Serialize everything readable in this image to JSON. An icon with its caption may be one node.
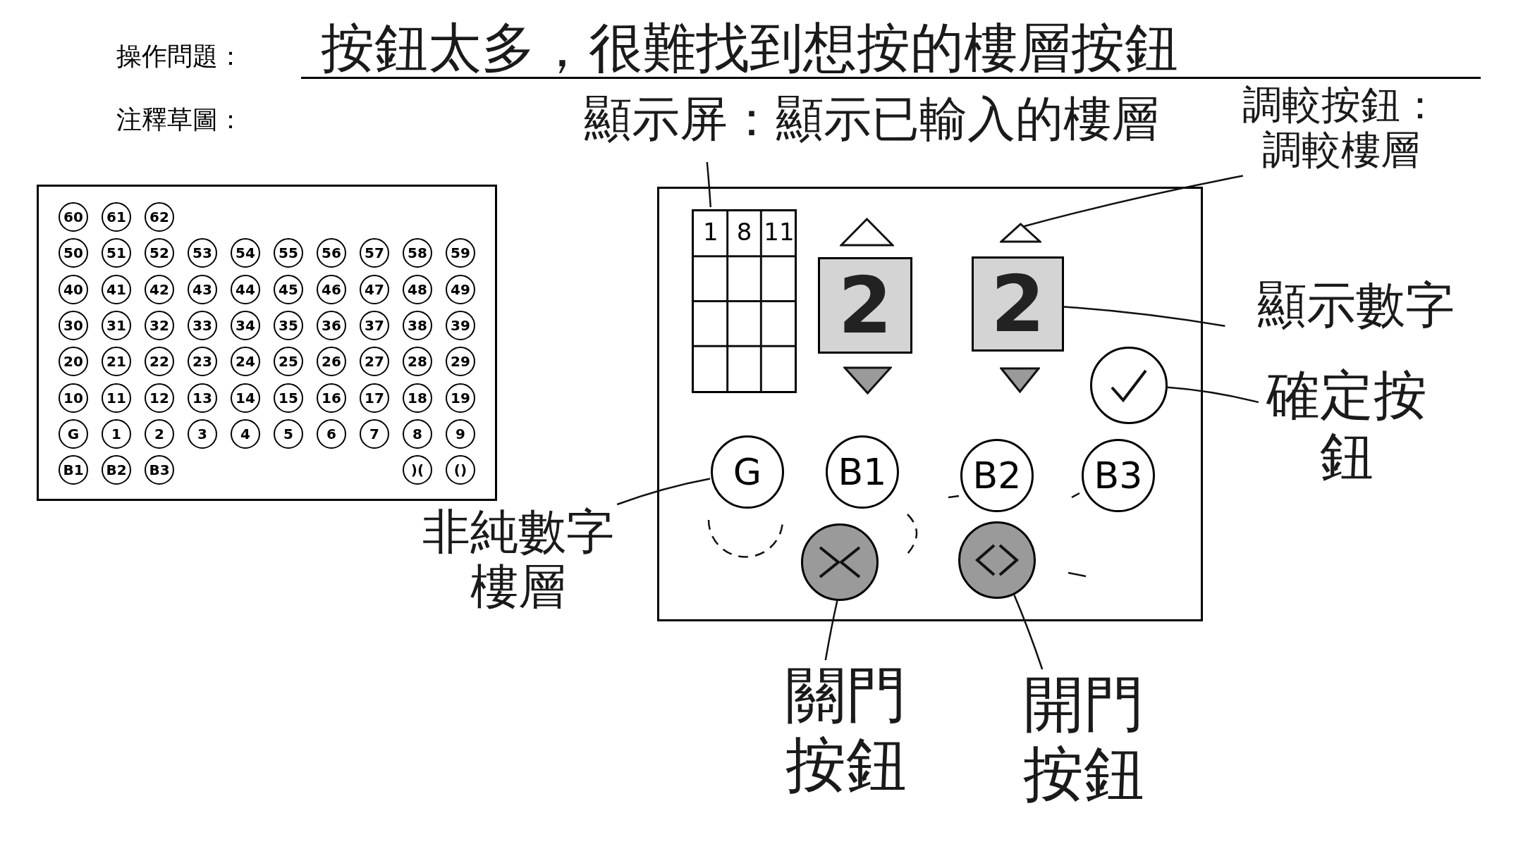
{
  "diagram": {
    "nodes": [
      {
        "text": [],
        "shape": "box"
      },
      {
        "text": [
          "60"
        ],
        "in": 0
      },
      {
        "text": [
          "61"
        ],
        "in": 0
      },
      {
        "text": [
          "62"
        ],
        "in": 0
      },
      {
        "text": [
          "50"
        ],
        "in": 0
      },
      {
        "text": [
          "51"
        ],
        "in": 0
      },
      {
        "text": [
          "52"
        ],
        "in": 0
      },
      {
        "text": [
          "53"
        ],
        "in": 0
      },
      {
        "text": [
          "54"
        ],
        "in": 0
      },
      {
        "text": [
          "55"
        ],
        "in": 0
      },
      {
        "text": [
          "56"
        ],
        "in": 0
      },
      {
        "text": [
          "57"
        ],
        "in": 0
      },
      {
        "text": [
          "58"
        ],
        "in": 0
      },
      {
        "text": [
          "59"
        ],
        "in": 0
      },
      {
        "text": [
          "40"
        ],
        "in": 0
      },
      {
        "text": [
          "41"
        ],
        "in": 0
      },
      {
        "text": [
          "42"
        ],
        "in": 0
      },
      {
        "text": [
          "43"
        ],
        "in": 0
      },
      {
        "text": [
          "44"
        ],
        "in": 0
      },
      {
        "text": [
          "45"
        ],
        "in": 0
      },
      {
        "text": [
          "46"
        ],
        "in": 0
      },
      {
        "text": [
          "47"
        ],
        "in": 0
      },
      {
        "text": [
          "48"
        ],
        "in": 0
      },
      {
        "text": [
          "49"
        ],
        "in": 0
      },
      {
        "text": [
          "30"
        ],
        "in": 0
      },
      {
        "text": [
          "31"
        ],
        "in": 0
      },
      {
        "text": [
          "32"
        ],
        "in": 0
      },
      {
        "text": [
          "33"
        ],
        "in": 0
      },
      {
        "text": [
          "34"
        ],
        "in": 0
      },
      {
        "text": [
          "35"
        ],
        "in": 0
      },
      {
        "text": [
          "36"
        ],
        "in": 0
      },
      {
        "text": [
          "37"
        ],
        "in": 0
      },
      {
        "text": [
          "38"
        ],
        "in": 0
      },
      {
        "text": [
          "39"
        ],
        "in": 0
      },
      {
        "text": [
          "20"
        ],
        "in": 0
      },
      {
        "text": [
          "21"
        ],
        "in": 0
      },
      {
        "text": [
          "22"
        ],
        "in": 0
      },
      {
        "text": [
          "23"
        ],
        "in": 0
      },
      {
        "text": [
          "24"
        ],
        "in": 0
      },
      {
        "text": [
          "25"
        ],
        "in": 0
      },
      {
        "text": [
          "26"
        ],
        "in": 0
      },
      {
        "text": [
          "27"
        ],
        "in": 0
      },
      {
        "text": [
          "28"
        ],
        "in": 0
      },
      {
        "text": [
          "29"
        ],
        "in": 0
      },
      {
        "text": [
          "10"
        ],
        "in": 0
      },
      {
        "text": [
          "11"
        ],
        "in": 0
      },
      {
        "text": [
          "12"
        ],
        "in": 0
      },
      {
        "text": [
          "13"
        ],
        "in": 0
      },
      {
        "text": [
          "14"
        ],
        "in": 0
      },
      {
        "text": [
          "15"
        ],
        "in": 0
      },
      {
        "text": [
          "16"
        ],
        "in": 0
      },
      {
        "text": [
          "17"
        ],
        "in": 0
      },
      {
        "text": [
          "18"
        ],
        "in": 0
      },
      {
        "text": [
          "19"
        ],
        "in": 0
      },
      {
        "text": [
          "G"
        ],
        "in": 0
      },
      {
        "text": [
          "1"
        ],
        "in": 0
      },
      {
        "text": [
          "2"
        ],
        "in": 0
      },
      {
        "text": [
          "3"
        ],
        "in": 0
      },
      {
        "text": [
          "4"
        ],
        "in": 0
      },
      {
        "text": [
          "5"
        ],
        "in": 0
      },
      {
        "text": [
          "6"
        ],
        "in": 0
      },
      {
        "text": [
          "7"
        ],
        "in": 0
      },
      {
        "text": [
          "8"
        ],
        "in": 0
      },
      {
        "text": [
          "9"
        ],
        "in": 0
      },
      {
        "text": [
          "B1"
        ],
        "in": 0
      },
      {
        "text": [
          "B2"
        ],
        "in": 0
      },
      {
        "text": [
          "B3"
        ],
        "in": 0
      },
      {
        "text": [
          ")("
        ],
        "in": 0
      },
      {
        "text": [
          "()"
        ],
        "in": 0
      },
      {
        "text": [],
        "shape": "box"
      },
      {
        "text": [
          "1",
          "8",
          "11"
        ],
        "in": 69
      },
      {
        "text": [],
        "shape": "triangle",
        "in": 69
      },
      {
        "text": [
          "2"
        ],
        "in": 69
      },
      {
        "text": [],
        "shape": "triangle",
        "in": 69
      },
      {
        "text": [],
        "shape": "triangle",
        "in": 69
      },
      {
        "text": [
          "2"
        ],
        "in": 69
      },
      {
        "text": [],
        "shape": "triangle",
        "in": 69
      },
      {
        "text": [],
        "shape": "circle",
        "in": 69
      },
      {
        "text": [
          "G"
        ],
        "in": 69
      },
      {
        "text": [
          "B1"
        ],
        "in": 69
      },
      {
        "text": [
          "B2"
        ],
        "in": 69
      },
      {
        "text": [
          "B3"
        ],
        "in": 69
      },
      {
        "text": [],
        "shape": "circle",
        "in": 69
      },
      {
        "text": [],
        "shape": "circle",
        "in": 69
      },
      {
        "text": [
          "顯示屏：顯示已輸入的樓層"
        ]
      },
      {
        "text": [
          "調較按鈕：調較樓層"
        ]
      },
      {
        "text": [
          "顯示數字"
        ]
      },
      {
        "text": [
          "確定按鈕"
        ]
      },
      {
        "text": [
          "非純數字樓層"
        ]
      },
      {
        "text": [
          "關門按鈕"
        ]
      },
      {
        "text": [
          "開門按鈕"
        ]
      }
    ],
    "edges": [
      {
        "from": 84,
        "to": 70,
        "arrow": "none"
      },
      {
        "from": 85,
        "to": 74,
        "arrow": "none"
      },
      {
        "from": 86,
        "to": 75,
        "arrow": "none"
      },
      {
        "from": 87,
        "to": 77,
        "arrow": "none"
      },
      {
        "from": 88,
        "to": 78,
        "arrow": "none"
      },
      {
        "from": 89,
        "to": 82,
        "arrow": "none"
      },
      {
        "from": 90,
        "to": 83,
        "arrow": "none"
      }
    ],
    "labels": [
      "操作問題：",
      "按鈕太多，很難找到想按的樓層按鈕",
      "注釋草圖："
    ]
  }
}
